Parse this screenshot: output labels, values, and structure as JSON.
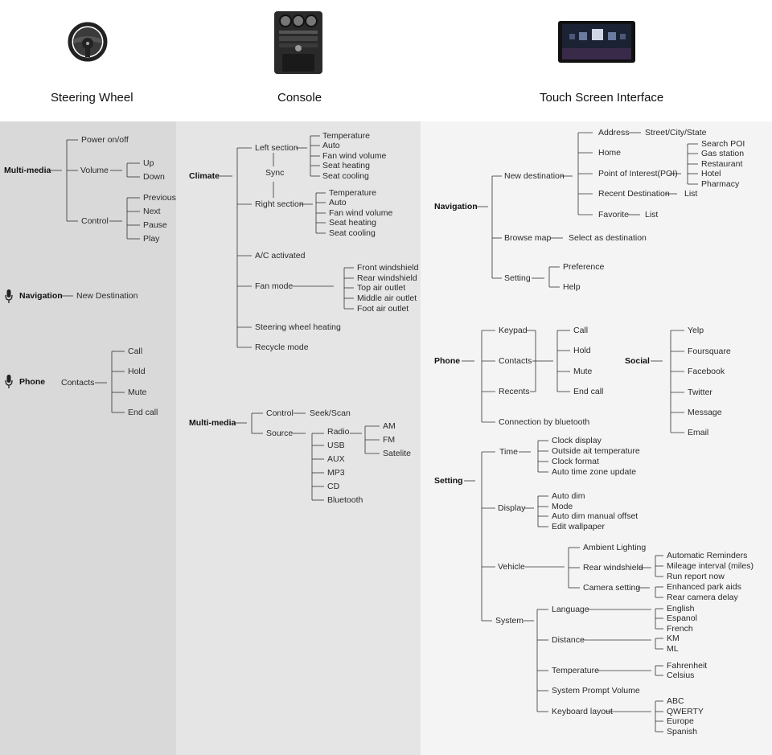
{
  "headers": {
    "steering": "Steering Wheel",
    "console": "Console",
    "touch": "Touch Screen Interface"
  },
  "icons": {
    "steering": "steering-wheel-icon",
    "console": "center-console-icon",
    "touch": "touch-screen-icon",
    "mic": "microphone-icon"
  },
  "steering": {
    "multimedia": {
      "title": "Multi-media",
      "power": "Power on/off",
      "volume": "Volume",
      "up": "Up",
      "down": "Down",
      "control": "Control",
      "controls": [
        "Previous",
        "Next",
        "Pause",
        "Play"
      ]
    },
    "navigation": {
      "title": "Navigation",
      "item": "New Destination"
    },
    "phone": {
      "title": "Phone",
      "contacts": "Contacts",
      "items": [
        "Call",
        "Hold",
        "Mute",
        "End call"
      ]
    }
  },
  "console": {
    "climate": {
      "title": "Climate",
      "left": "Left section",
      "sync": "Sync",
      "right": "Right section",
      "left_items": [
        "Temperature",
        "Auto",
        "Fan wind volume",
        "Seat heating",
        "Seat cooling"
      ],
      "right_items": [
        "Temperature",
        "Auto",
        "Fan wind volume",
        "Seat heating",
        "Seat cooling"
      ],
      "ac": "A/C activated",
      "fan_mode": "Fan mode",
      "fan_items": [
        "Front windshield",
        "Rear windshield",
        "Top air outlet",
        "Middle air outlet",
        "Foot air outlet"
      ],
      "wheel_heating": "Steering wheel heating",
      "recycle": "Recycle mode"
    },
    "multimedia": {
      "title": "Multi-media",
      "control": "Control",
      "seek": "Seek/Scan",
      "source": "Source",
      "sources": [
        "Radio",
        "USB",
        "AUX",
        "MP3",
        "CD",
        "Bluetooth"
      ],
      "radio_items": [
        "AM",
        "FM",
        "Satelite"
      ]
    }
  },
  "touch": {
    "navigation": {
      "title": "Navigation",
      "new_dest": "New destination",
      "address": "Address",
      "street": "Street/City/State",
      "home": "Home",
      "poi": "Point of Interest(POI)",
      "poi_items": [
        "Search POI",
        "Gas station",
        "Restaurant",
        "Hotel",
        "Pharmacy"
      ],
      "recent": "Recent Destination",
      "recent_list": "List",
      "favorite": "Favorite",
      "favorite_list": "List",
      "browse": "Browse map",
      "select_dest": "Select as destination",
      "setting": "Setting",
      "preference": "Preference",
      "help": "Help"
    },
    "phone": {
      "title": "Phone",
      "keypad": "Keypad",
      "contacts": "Contacts",
      "recents": "Recents",
      "bluetooth": "Connection by bluetooth",
      "items": [
        "Call",
        "Hold",
        "Mute",
        "End call"
      ]
    },
    "social": {
      "title": "Social",
      "items": [
        "Yelp",
        "Foursquare",
        "Facebook",
        "Twitter",
        "Message",
        "Email"
      ]
    },
    "setting": {
      "title": "Setting",
      "time": "Time",
      "time_items": [
        "Clock display",
        "Outside ait temperature",
        "Clock format",
        "Auto time zone update"
      ],
      "display": "Display",
      "display_items": [
        "Auto dim",
        "Mode",
        "Auto dim manual offset",
        "Edit wallpaper"
      ],
      "vehicle": "Vehicle",
      "ambient": "Ambient Lighting",
      "rear_windshield": "Rear windshield",
      "rear_items": [
        "Automatic Reminders",
        "Mileage interval (miles)",
        "Run report now"
      ],
      "camera": "Camera setting",
      "camera_items": [
        "Enhanced park aids",
        "Rear camera delay"
      ],
      "system": "System",
      "language": "Language",
      "languages": [
        "English",
        "Espanol",
        "French"
      ],
      "distance": "Distance",
      "distances": [
        "KM",
        "ML"
      ],
      "temperature": "Temperature",
      "temps": [
        "Fahrenheit",
        "Celsius"
      ],
      "prompt_volume": "System Prompt Volume",
      "keyboard": "Keyboard layout",
      "keyboards": [
        "ABC",
        "QWERTY",
        "Europe",
        "Spanish"
      ]
    }
  }
}
